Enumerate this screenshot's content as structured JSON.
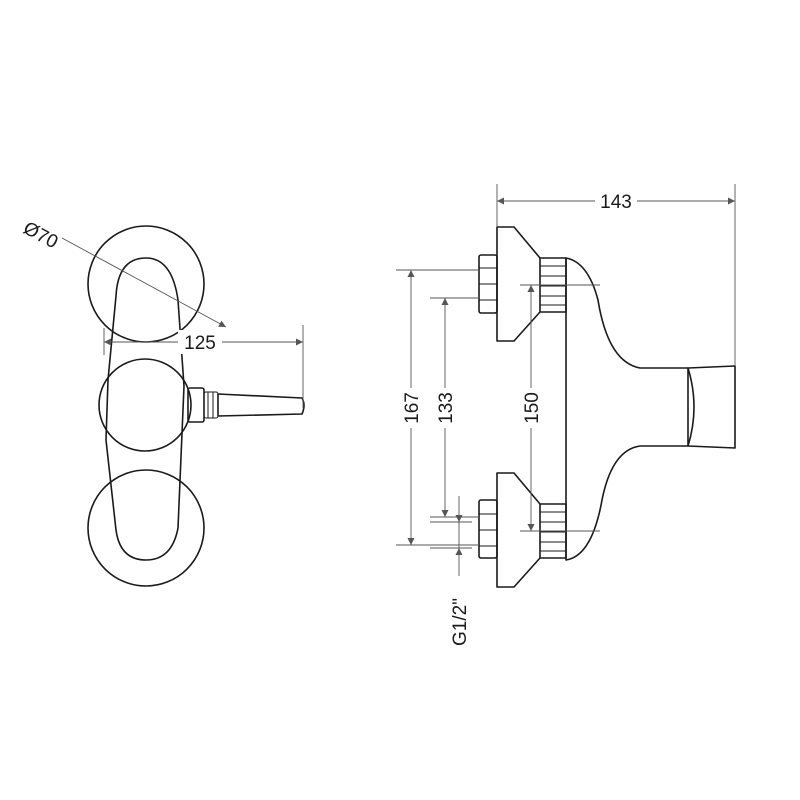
{
  "dimensions": {
    "diameter": "Ø70",
    "width_front": "125",
    "depth": "143",
    "height_total": "167",
    "inlet_spacing_a": "133",
    "inlet_spacing_b": "150",
    "thread": "G1/2\""
  }
}
